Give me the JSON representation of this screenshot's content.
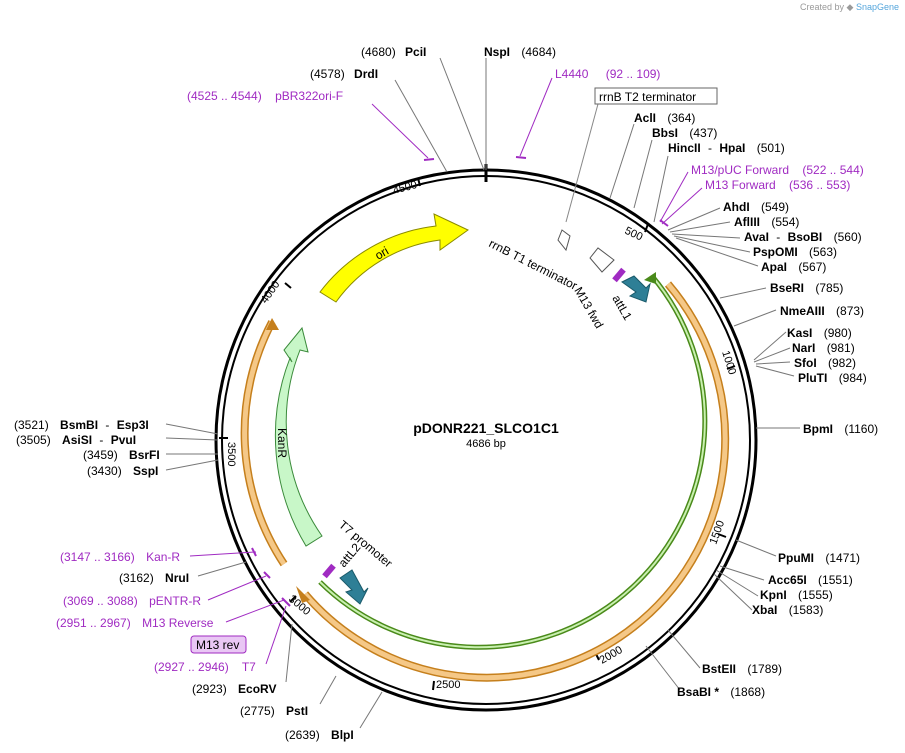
{
  "credit": {
    "prefix": "Created by",
    "brand": "SnapGene"
  },
  "plasmid": {
    "name": "pDONR221_SLCO1C1",
    "length_label": "4686 bp",
    "length": 4686
  },
  "colors": {
    "primer": "#a02bc2",
    "gene_fill": "#f5c887",
    "gene_edge": "#c57f1c",
    "insert": "#4a8a1a",
    "ori": "#ffff00",
    "kanr": "#c8f7c8",
    "att": "#2e7f96"
  },
  "ticks": [
    "500",
    "1000",
    "1500",
    "2000",
    "2500",
    "3000",
    "3500",
    "4000",
    "4500"
  ],
  "sites": [
    {
      "name": "PciI",
      "pos": "(4680)"
    },
    {
      "name": "NspI",
      "pos": "(4684)"
    },
    {
      "name": "DrdI",
      "pos": "(4578)"
    },
    {
      "name": "AclI",
      "pos": "(364)"
    },
    {
      "name": "BbsI",
      "pos": "(437)"
    },
    {
      "name": "HincII",
      "name2": "HpaI",
      "pos": "(501)"
    },
    {
      "name": "AhdI",
      "pos": "(549)"
    },
    {
      "name": "AflIII",
      "pos": "(554)"
    },
    {
      "name": "AvaI",
      "name2": "BsoBI",
      "pos": "(560)"
    },
    {
      "name": "PspOMI",
      "pos": "(563)"
    },
    {
      "name": "ApaI",
      "pos": "(567)"
    },
    {
      "name": "BseRI",
      "pos": "(785)"
    },
    {
      "name": "NmeAIII",
      "pos": "(873)"
    },
    {
      "name": "KasI",
      "pos": "(980)"
    },
    {
      "name": "NarI",
      "pos": "(981)"
    },
    {
      "name": "SfoI",
      "pos": "(982)"
    },
    {
      "name": "PluTI",
      "pos": "(984)"
    },
    {
      "name": "BpmI",
      "pos": "(1160)"
    },
    {
      "name": "PpuMI",
      "pos": "(1471)"
    },
    {
      "name": "Acc65I",
      "pos": "(1551)"
    },
    {
      "name": "KpnI",
      "pos": "(1555)"
    },
    {
      "name": "XbaI",
      "pos": "(1583)"
    },
    {
      "name": "BstEII",
      "pos": "(1789)"
    },
    {
      "name": "BsaBI *",
      "pos": "(1868)"
    },
    {
      "name": "BlpI",
      "pos": "(2639)"
    },
    {
      "name": "PstI",
      "pos": "(2775)"
    },
    {
      "name": "EcoRV",
      "pos": "(2923)"
    },
    {
      "name": "NruI",
      "pos": "(3162)"
    },
    {
      "name": "SspI",
      "pos": "(3430)"
    },
    {
      "name": "BsrFI",
      "pos": "(3459)"
    },
    {
      "name": "AsiSI",
      "name2": "PvuI",
      "pos": "(3505)"
    },
    {
      "name": "BsmBI",
      "name2": "Esp3I",
      "pos": "(3521)"
    }
  ],
  "primers": [
    {
      "name": "L4440",
      "range": "(92 .. 109)"
    },
    {
      "name": "pBR322ori-F",
      "range": "(4525 .. 4544)"
    },
    {
      "name": "M13/pUC Forward",
      "range": "(522 .. 544)"
    },
    {
      "name": "M13 Forward",
      "range": "(536 .. 553)"
    },
    {
      "name": "Kan-R",
      "range": "(3147 .. 3166)"
    },
    {
      "name": "pENTR-R",
      "range": "(3069 .. 3088)"
    },
    {
      "name": "M13 Reverse",
      "range": "(2951 .. 2967)"
    },
    {
      "name": "T7",
      "range": "(2927 .. 2946)"
    }
  ],
  "features": {
    "rrnb_t2": "rrnB T2 terminator",
    "rrnb_t1": "rrnB T1 terminator",
    "m13_fwd": "M13 fwd",
    "attl1": "attL1",
    "ori": "ori",
    "kanr": "KanR",
    "t7_promoter": "T7 promoter",
    "attl2": "attL2",
    "m13_rev": "M13 rev"
  }
}
